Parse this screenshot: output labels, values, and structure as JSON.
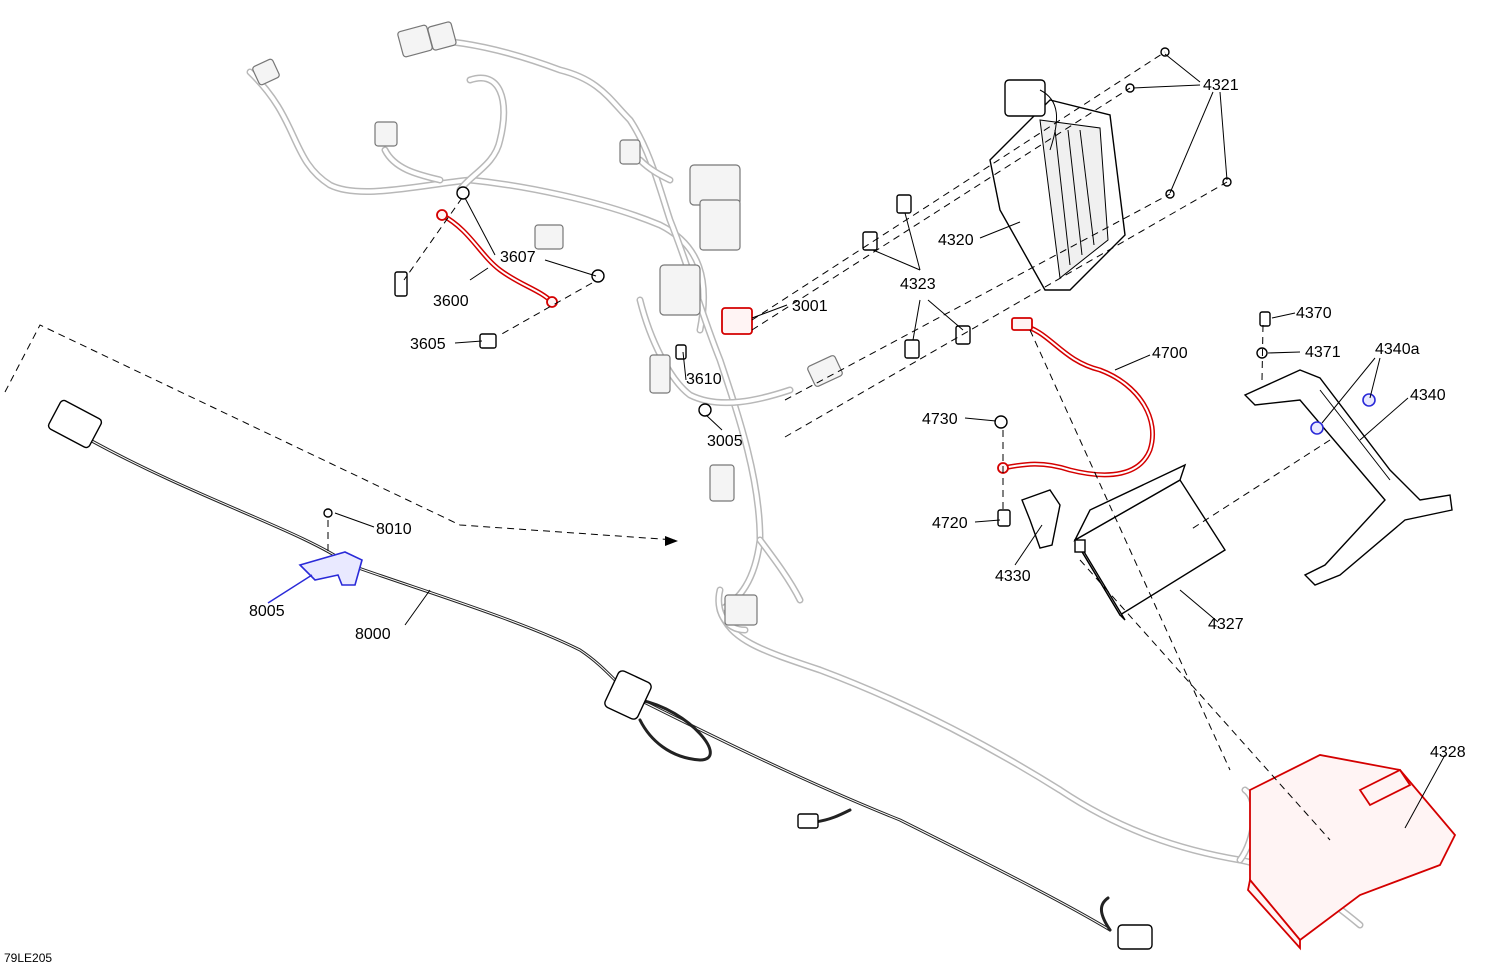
{
  "figure_code": "79LE205",
  "colors": {
    "highlight_red": "#d40000",
    "highlight_blue": "#2a2ad8",
    "harness_grey": "#b8b8b8"
  },
  "callouts": {
    "c3001": "3001",
    "c3005": "3005",
    "c3600": "3600",
    "c3605": "3605",
    "c3607": "3607",
    "c3610": "3610",
    "c4320": "4320",
    "c4321": "4321",
    "c4323": "4323",
    "c4327": "4327",
    "c4328": "4328",
    "c4330": "4330",
    "c4340": "4340",
    "c4340a": "4340a",
    "c4370": "4370",
    "c4371": "4371",
    "c4700": "4700",
    "c4720": "4720",
    "c4730": "4730",
    "c8000": "8000",
    "c8005": "8005",
    "c8010": "8010"
  }
}
